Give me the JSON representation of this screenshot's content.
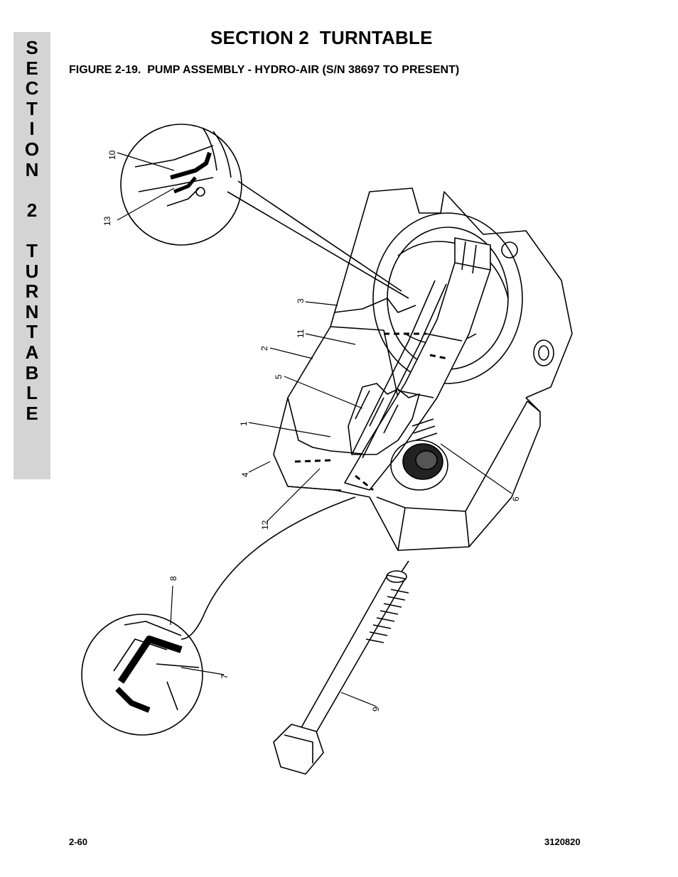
{
  "side_tab": {
    "letters": [
      "S",
      "E",
      "C",
      "T",
      "I",
      "O",
      "N",
      "",
      "2",
      "",
      "T",
      "U",
      "R",
      "N",
      "T",
      "A",
      "B",
      "L",
      "E"
    ]
  },
  "header": {
    "section_title": "SECTION 2  TURNTABLE",
    "figure_title": "FIGURE 2-19.  PUMP ASSEMBLY - HYDRO-AIR (S/N 38697 TO PRESENT)"
  },
  "callouts": {
    "c1": "1",
    "c2": "2",
    "c3": "3",
    "c4": "4",
    "c5": "5",
    "c6": "6",
    "c7": "7",
    "c8": "8",
    "c9": "9",
    "c10": "10",
    "c11": "11",
    "c12": "12",
    "c13": "13"
  },
  "footer": {
    "page_number": "2-60",
    "doc_number": "3120820"
  }
}
